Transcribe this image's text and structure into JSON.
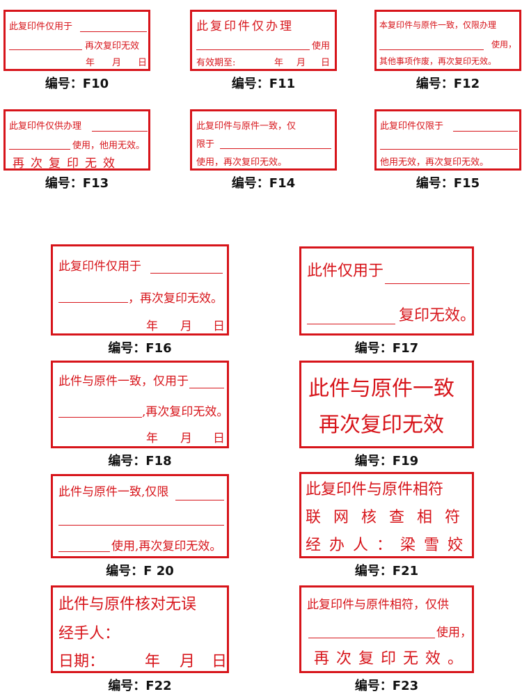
{
  "colors": {
    "stamp_red": "#d7141a",
    "caption": "#111111"
  },
  "stamps": {
    "F10": {
      "l1": "此复印件仅用于",
      "l2": "再次复印无效",
      "l3a": "年",
      "l3b": "月",
      "l3c": "日",
      "caption": "编号：F10"
    },
    "F11": {
      "l1": "此复印件仅办理",
      "l2": "使用",
      "l3a": "有效期至:",
      "l3b": "年",
      "l3c": "月",
      "l3d": "日",
      "caption": "编号：F11"
    },
    "F12": {
      "l1": "本复印件与原件一致，仅限办理",
      "l2": "使用，",
      "l3": "其他事项作废，再次复印无效。",
      "caption": "编号：F12"
    },
    "F13": {
      "l1": "此复印件仅供办理",
      "l2": "使用，他用无效。",
      "l3": "再次复印无效",
      "caption": "编号：F13"
    },
    "F14": {
      "l1": "此复印件与原件一致，仅",
      "l2": "限于",
      "l3": "使用，再次复印无效。",
      "caption": "编号：F14"
    },
    "F15": {
      "l1": "此复印件仅限于",
      "l3": "他用无效，再次复印无效。",
      "caption": "编号：F15"
    },
    "F16": {
      "l1": "此复印件仅用于",
      "l2": "，再次复印无效。",
      "l3a": "年",
      "l3b": "月",
      "l3c": "日",
      "caption": "编号：F16"
    },
    "F17": {
      "l1": "此件仅用于",
      "l2": "复印无效。",
      "caption": "编号：F17"
    },
    "F18": {
      "l1": "此件与原件一致，仅用于",
      "l2": ",再次复印无效。",
      "l3a": "年",
      "l3b": "月",
      "l3c": "日",
      "caption": "编号：F18"
    },
    "F19": {
      "l1": "此件与原件一致",
      "l2": "再次复印无效",
      "caption": "编号：F19"
    },
    "F20": {
      "l1": "此件与原件一致,仅限",
      "l3": "使用,再次复印无效。",
      "caption": "编号：F  20"
    },
    "F21": {
      "l1": "此复印件与原件相符",
      "l2": "联网核查相符",
      "l3": "经办人：梁雪姣",
      "caption": "编号：F21"
    },
    "F22": {
      "l1": "此件与原件核对无误",
      "l2": "经手人：",
      "l3a": "日期：",
      "l3b": "年",
      "l3c": "月",
      "l3d": "日",
      "caption": "编号：F22"
    },
    "F23": {
      "l1": "此复印件与原件相符，仅供",
      "l2": "使用，",
      "l3": "再次复印无效。",
      "caption": "编号：F23"
    }
  }
}
